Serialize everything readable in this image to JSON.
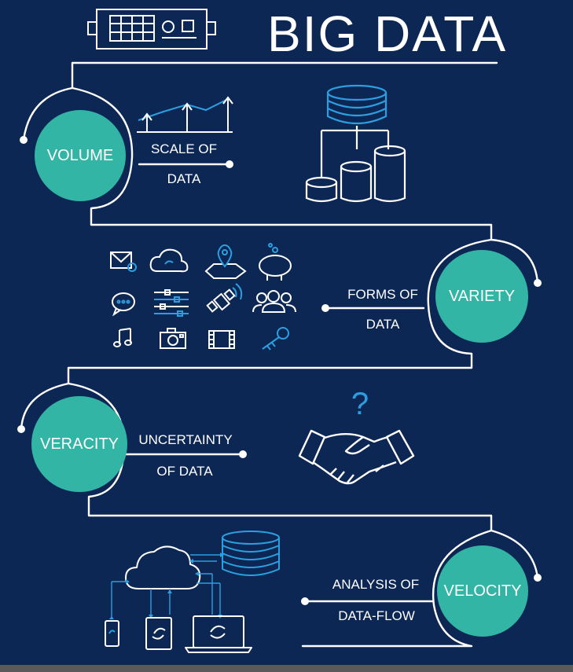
{
  "title": "BIG DATA",
  "accent_color": "#33b5a6",
  "background_color": "#0d2755",
  "highlight_color": "#2b9fe0",
  "sections": [
    {
      "name": "VOLUME",
      "desc_line1": "SCALE OF",
      "desc_line2": "DATA",
      "icons": [
        "growth-chart-icon",
        "database-tree-icon"
      ]
    },
    {
      "name": "VARIETY",
      "desc_line1": "FORMS OF",
      "desc_line2": "DATA",
      "icons": [
        "email-icon",
        "cloud-sync-icon",
        "map-pin-icon",
        "piggy-bank-icon",
        "chat-bubble-icon",
        "sliders-icon",
        "satellite-icon",
        "group-icon",
        "music-note-icon",
        "camera-icon",
        "film-strip-icon",
        "key-icon"
      ]
    },
    {
      "name": "VERACITY",
      "desc_line1": "UNCERTAINTY",
      "desc_line2": "OF DATA",
      "icons": [
        "question-mark-icon",
        "handshake-icon"
      ]
    },
    {
      "name": "VELOCITY",
      "desc_line1": "ANALYSIS OF",
      "desc_line2": "DATA-FLOW",
      "icons": [
        "cloud-icon",
        "database-icon",
        "phone-icon",
        "tablet-icon",
        "laptop-icon"
      ]
    }
  ],
  "question_mark": "?"
}
